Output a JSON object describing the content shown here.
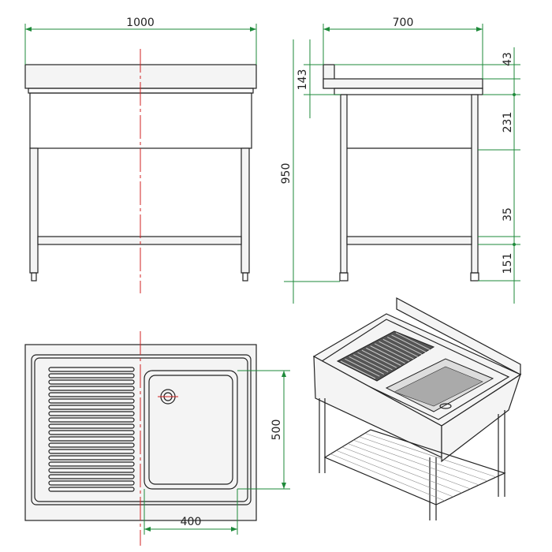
{
  "dimensions": {
    "front_width": "1000",
    "side_depth": "700",
    "backsplash_height": "43",
    "top_thickness": "143",
    "bowl_depth": "231",
    "total_height": "950",
    "shelf_thickness": "35",
    "shelf_height": "151",
    "bowl_length": "500",
    "bowl_width": "400"
  },
  "colors": {
    "dimension_lines": "#1e8a3a",
    "center_lines": "#d02020",
    "outline": "#222222"
  }
}
